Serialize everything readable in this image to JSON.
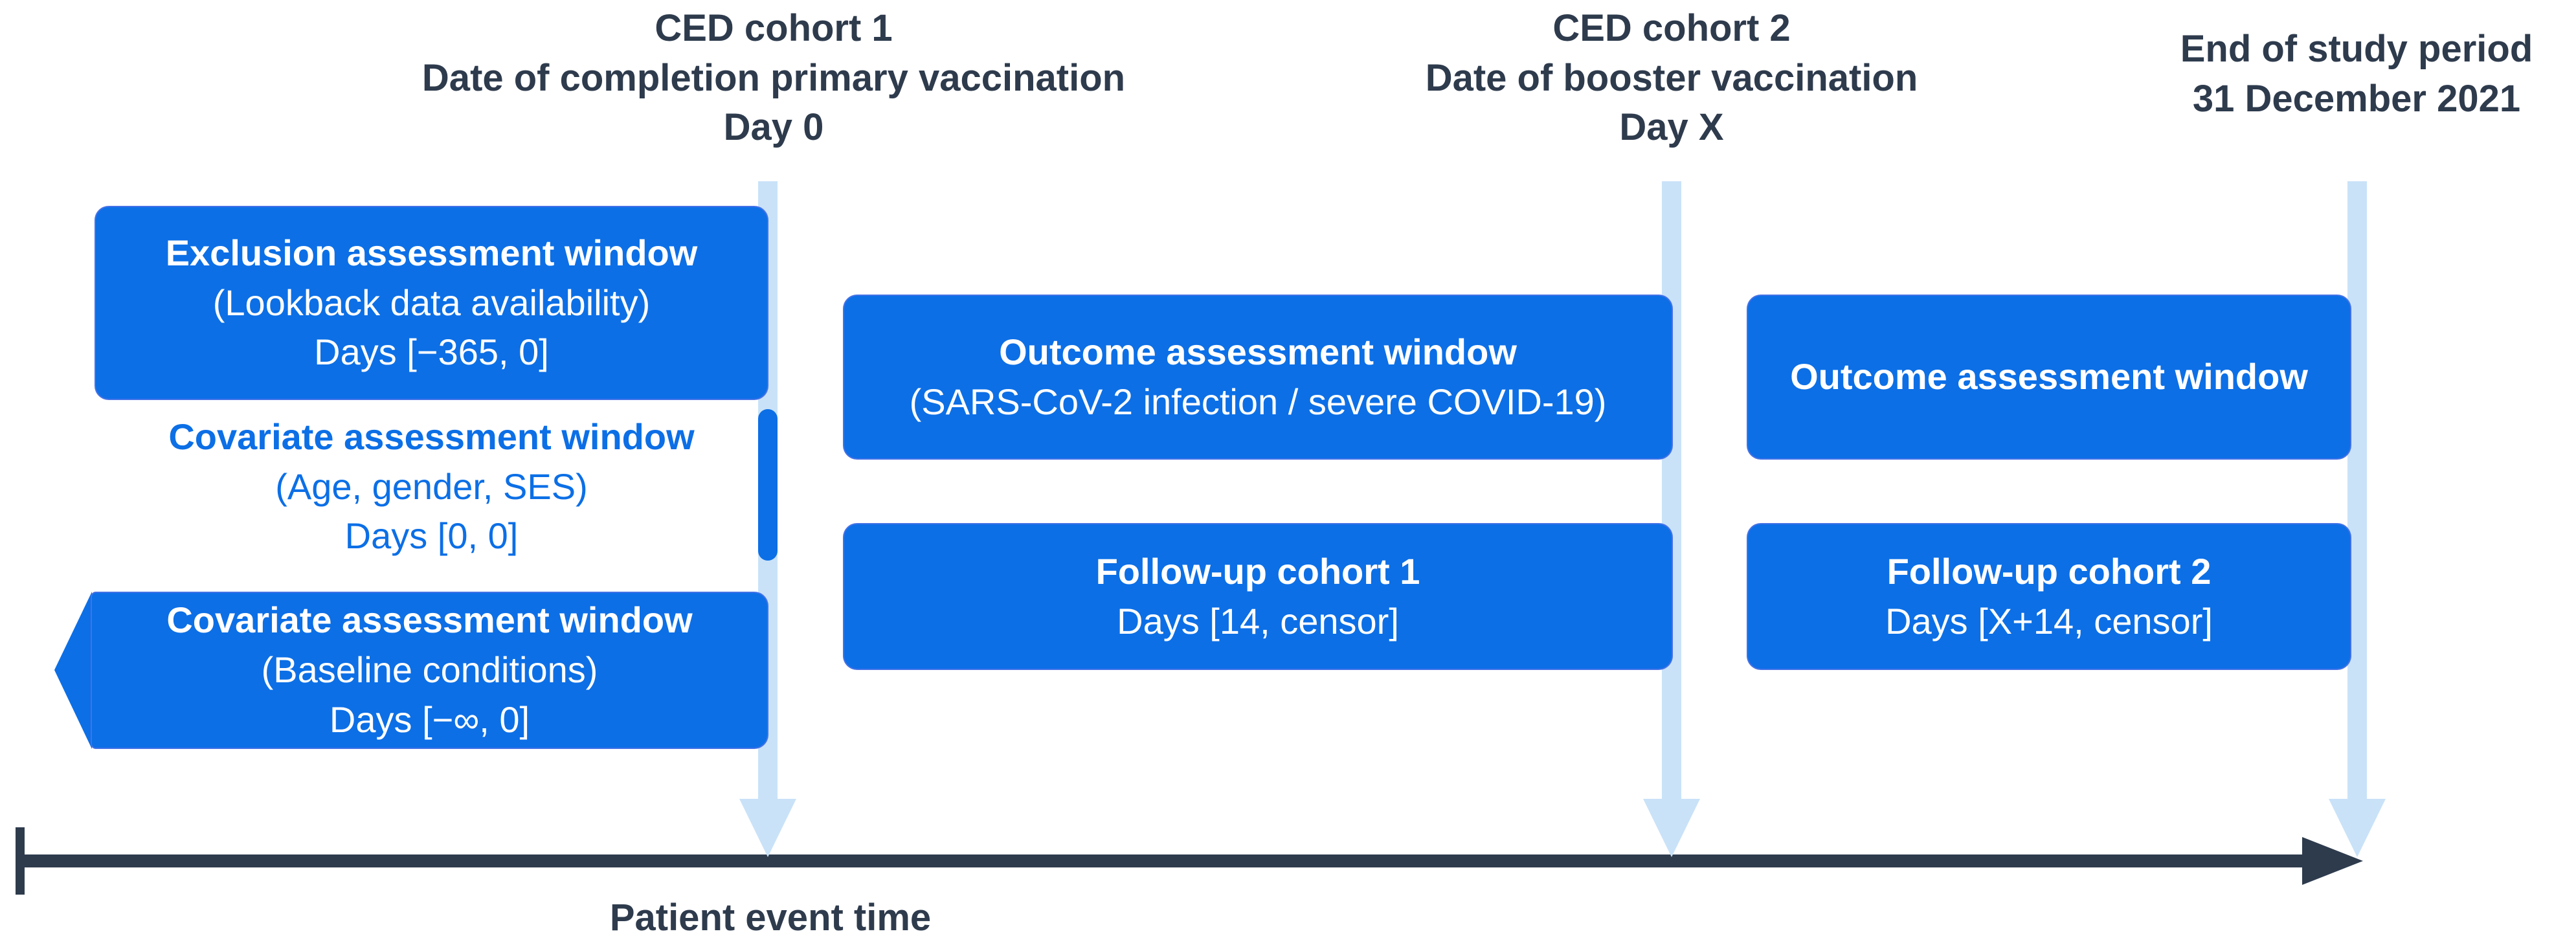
{
  "colors": {
    "primary_blue": "#0c6fe6",
    "arrow_blue": "#c9e2f8",
    "slate": "#2e3b4d"
  },
  "headers": {
    "cohort1": {
      "line1": "CED cohort 1",
      "line2": "Date of completion primary vaccination",
      "line3": "Day 0"
    },
    "cohort2": {
      "line1": "CED cohort 2",
      "line2": "Date of booster vaccination",
      "line3": "Day X"
    },
    "end_of_study": {
      "line1": "End of study period",
      "line2": "31 December 2021"
    }
  },
  "windows": {
    "exclusion": {
      "title": "Exclusion assessment window",
      "detail": "(Lookback data availability)",
      "days": "Days [−365, 0]"
    },
    "covariate_ses": {
      "title": "Covariate assessment window",
      "detail": "(Age, gender, SES)",
      "days": "Days [0, 0]"
    },
    "covariate_baseline": {
      "title": "Covariate assessment window",
      "detail": "(Baseline conditions)",
      "days": "Days [−∞, 0]"
    },
    "outcome_cohort1": {
      "title": "Outcome assessment window",
      "detail": "(SARS-CoV-2 infection / severe COVID-19)"
    },
    "followup_cohort1": {
      "title": "Follow-up cohort 1",
      "days": "Days [14, censor]"
    },
    "outcome_cohort2": {
      "title": "Outcome assessment window"
    },
    "followup_cohort2": {
      "title": "Follow-up cohort 2",
      "days": "Days [X+14, censor]"
    }
  },
  "timeline": {
    "label": "Patient event time"
  }
}
